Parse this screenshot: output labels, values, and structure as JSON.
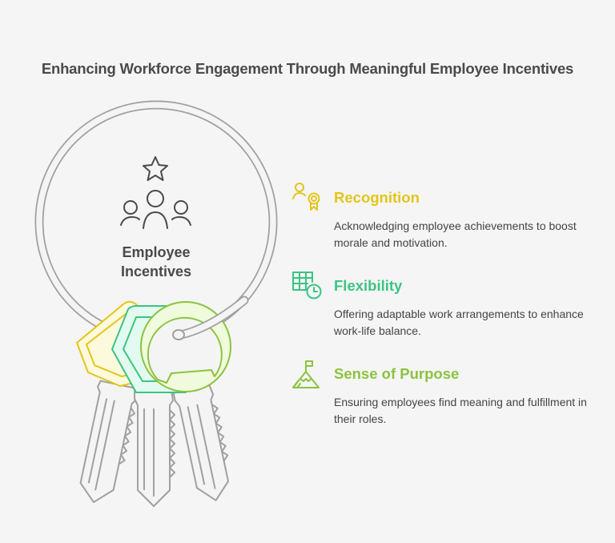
{
  "title": "Enhancing Workforce Engagement Through Meaningful Employee Incentives",
  "center": {
    "label_line1": "Employee",
    "label_line2": "Incentives",
    "icon": "people-star-icon"
  },
  "items": [
    {
      "heading": "Recognition",
      "description": "Acknowledging employee achievements to boost morale and motivation.",
      "icon": "person-award-icon",
      "color": "#e2c619",
      "key_fill": "#fdf9dc"
    },
    {
      "heading": "Flexibility",
      "description": "Offering adaptable work arrangements to enhance work-life balance.",
      "icon": "table-clock-icon",
      "color": "#3cc383",
      "key_fill": "#e2faf0"
    },
    {
      "heading": "Sense of Purpose",
      "description": "Ensuring employees find meaning and fulfillment in their roles.",
      "icon": "mountain-flag-icon",
      "color": "#8bc33f",
      "key_fill": "#f0fadc"
    }
  ],
  "colors": {
    "background": "#f5f5f5",
    "text_dark": "#4a4a4a",
    "text_body": "#444444",
    "ring_stroke": "#a0a0a0",
    "ring_fill": "#f4f4f4"
  }
}
